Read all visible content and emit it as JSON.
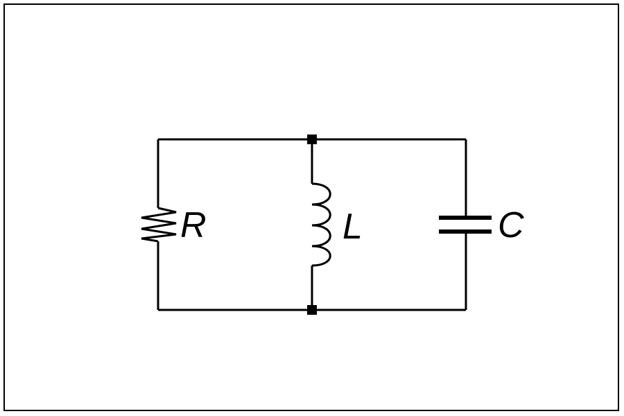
{
  "diagram": {
    "components": {
      "resistor": {
        "label": "R"
      },
      "inductor": {
        "label": "L"
      },
      "capacitor": {
        "label": "C"
      }
    },
    "colors": {
      "line": "#000000",
      "background": "#ffffff"
    }
  }
}
